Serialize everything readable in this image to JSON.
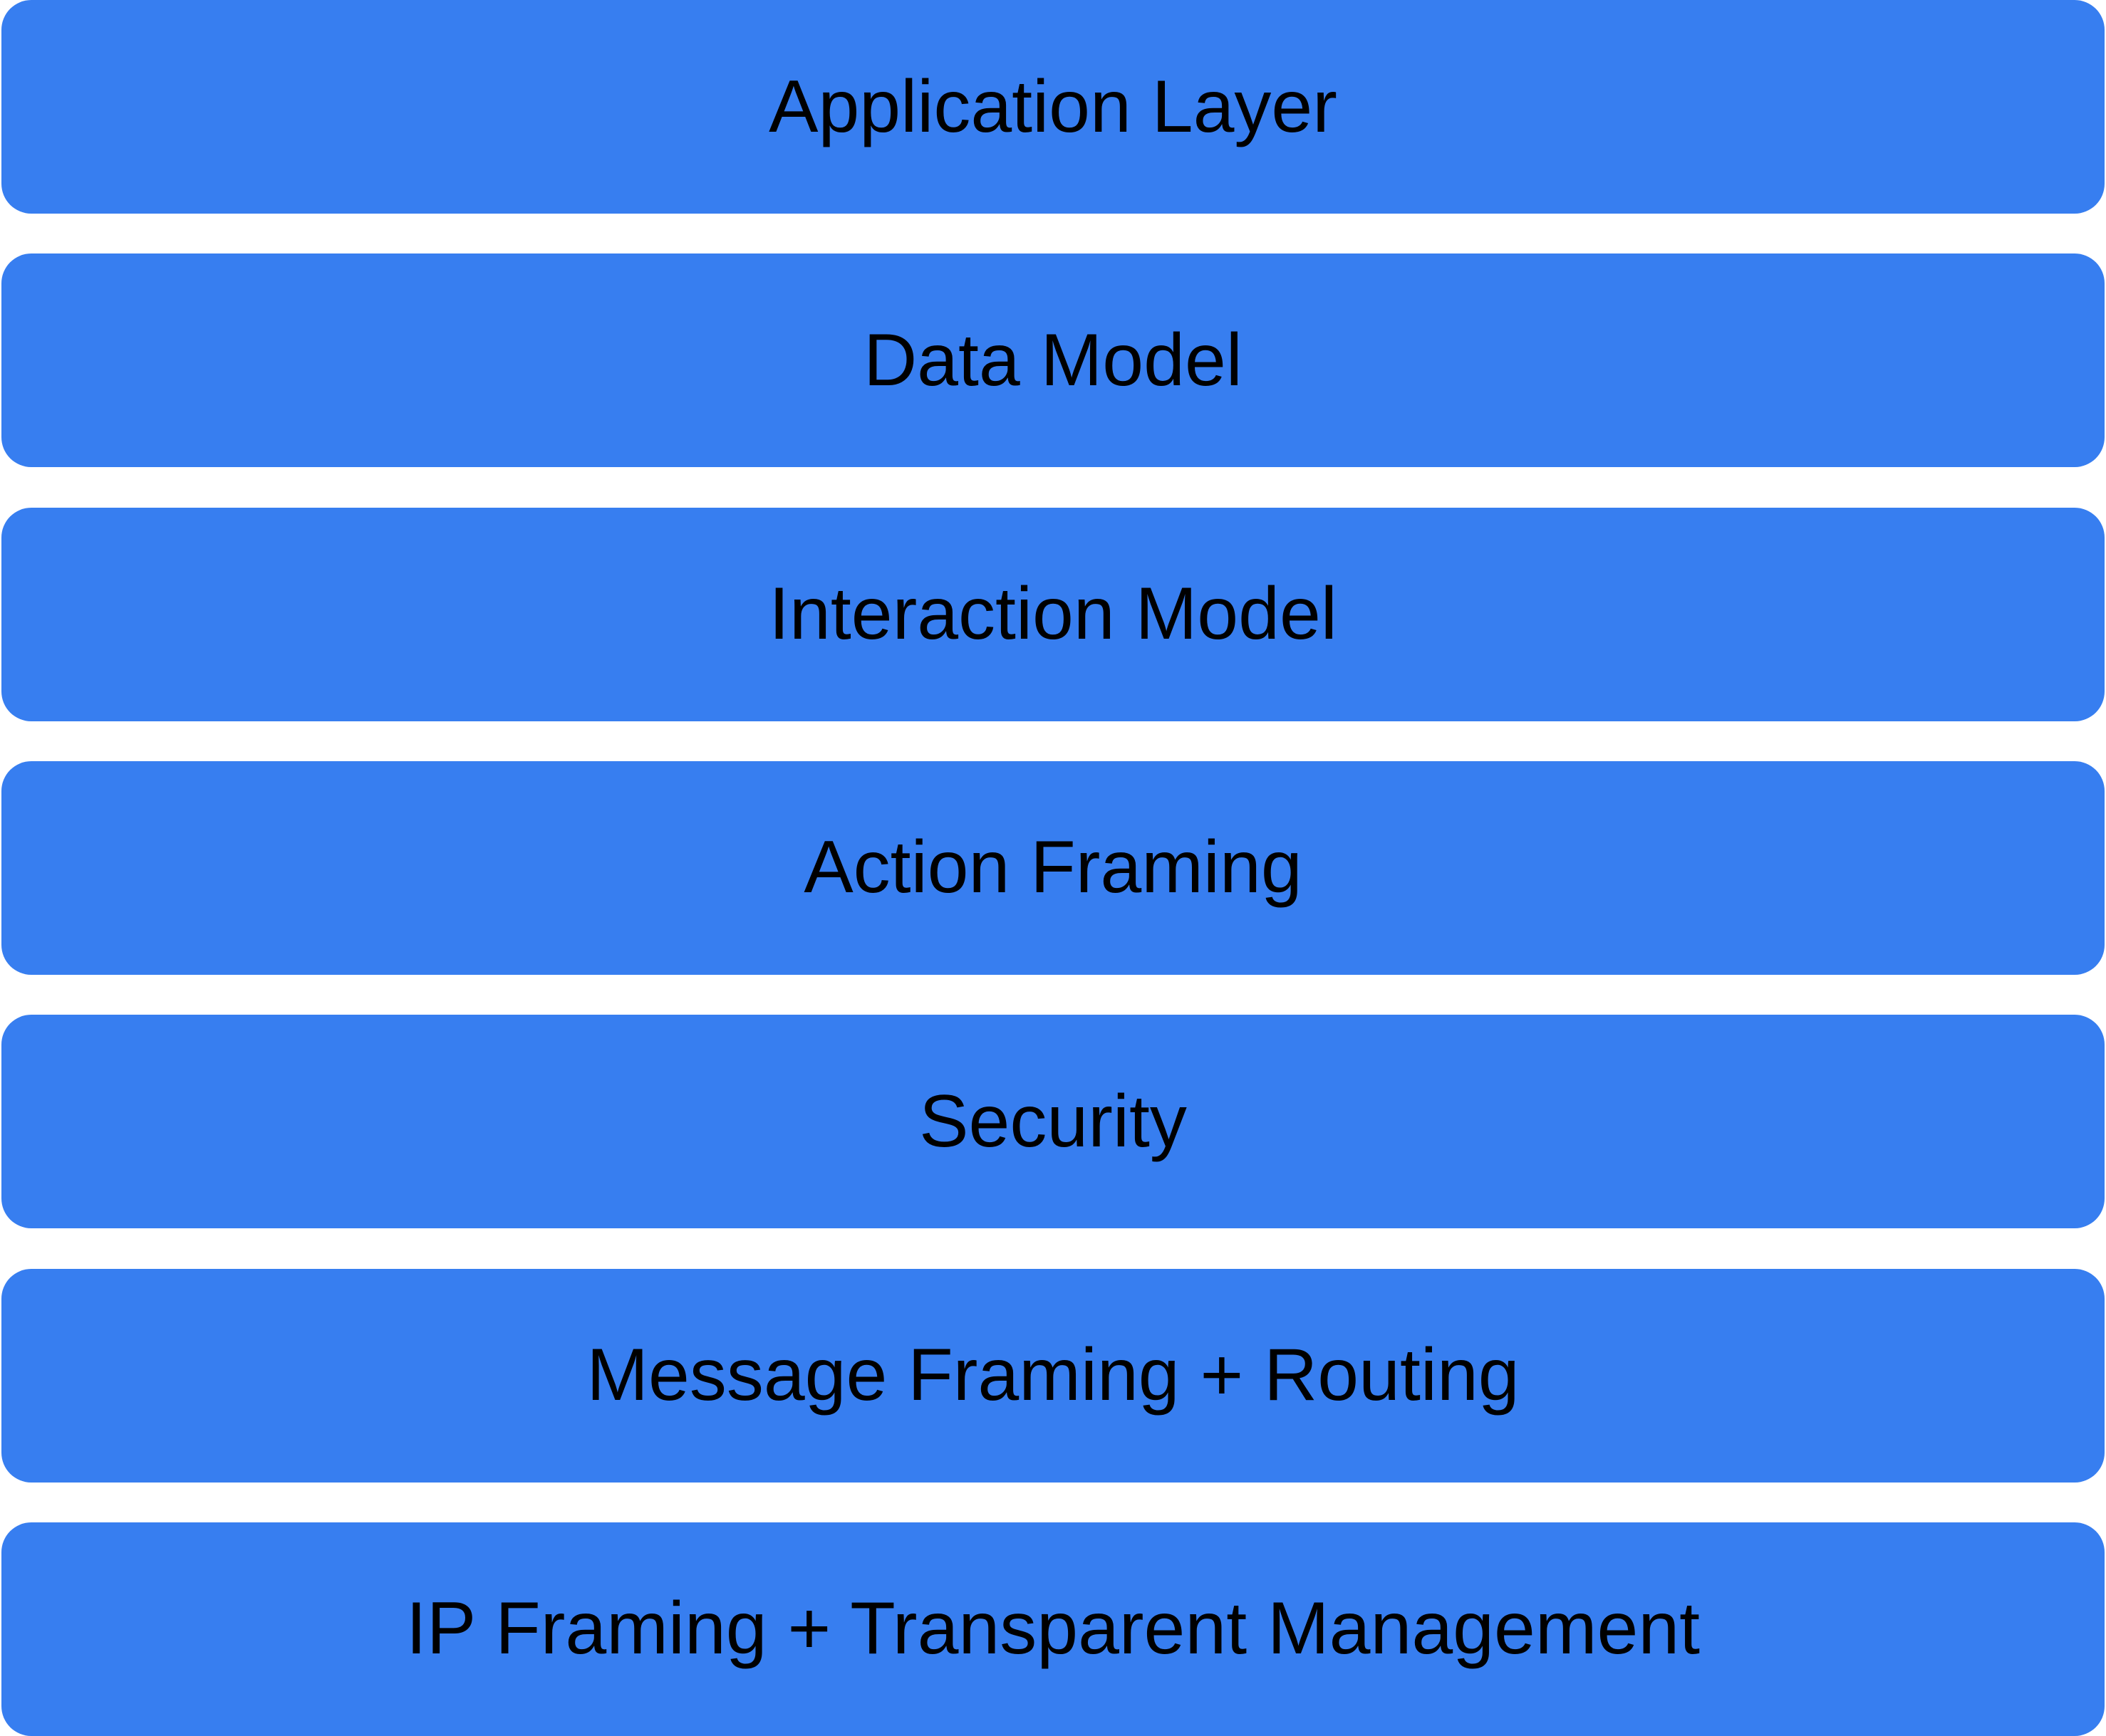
{
  "diagram": {
    "type": "layer-stack",
    "colors": {
      "block_fill": "#377EF0",
      "text": "#000000",
      "background": "#FFFFFF"
    },
    "layers": [
      {
        "label": "Application Layer"
      },
      {
        "label": "Data Model"
      },
      {
        "label": "Interaction Model"
      },
      {
        "label": "Action Framing"
      },
      {
        "label": "Security"
      },
      {
        "label": "Message Framing + Routing"
      },
      {
        "label": "IP Framing + Transparent Management"
      }
    ]
  }
}
